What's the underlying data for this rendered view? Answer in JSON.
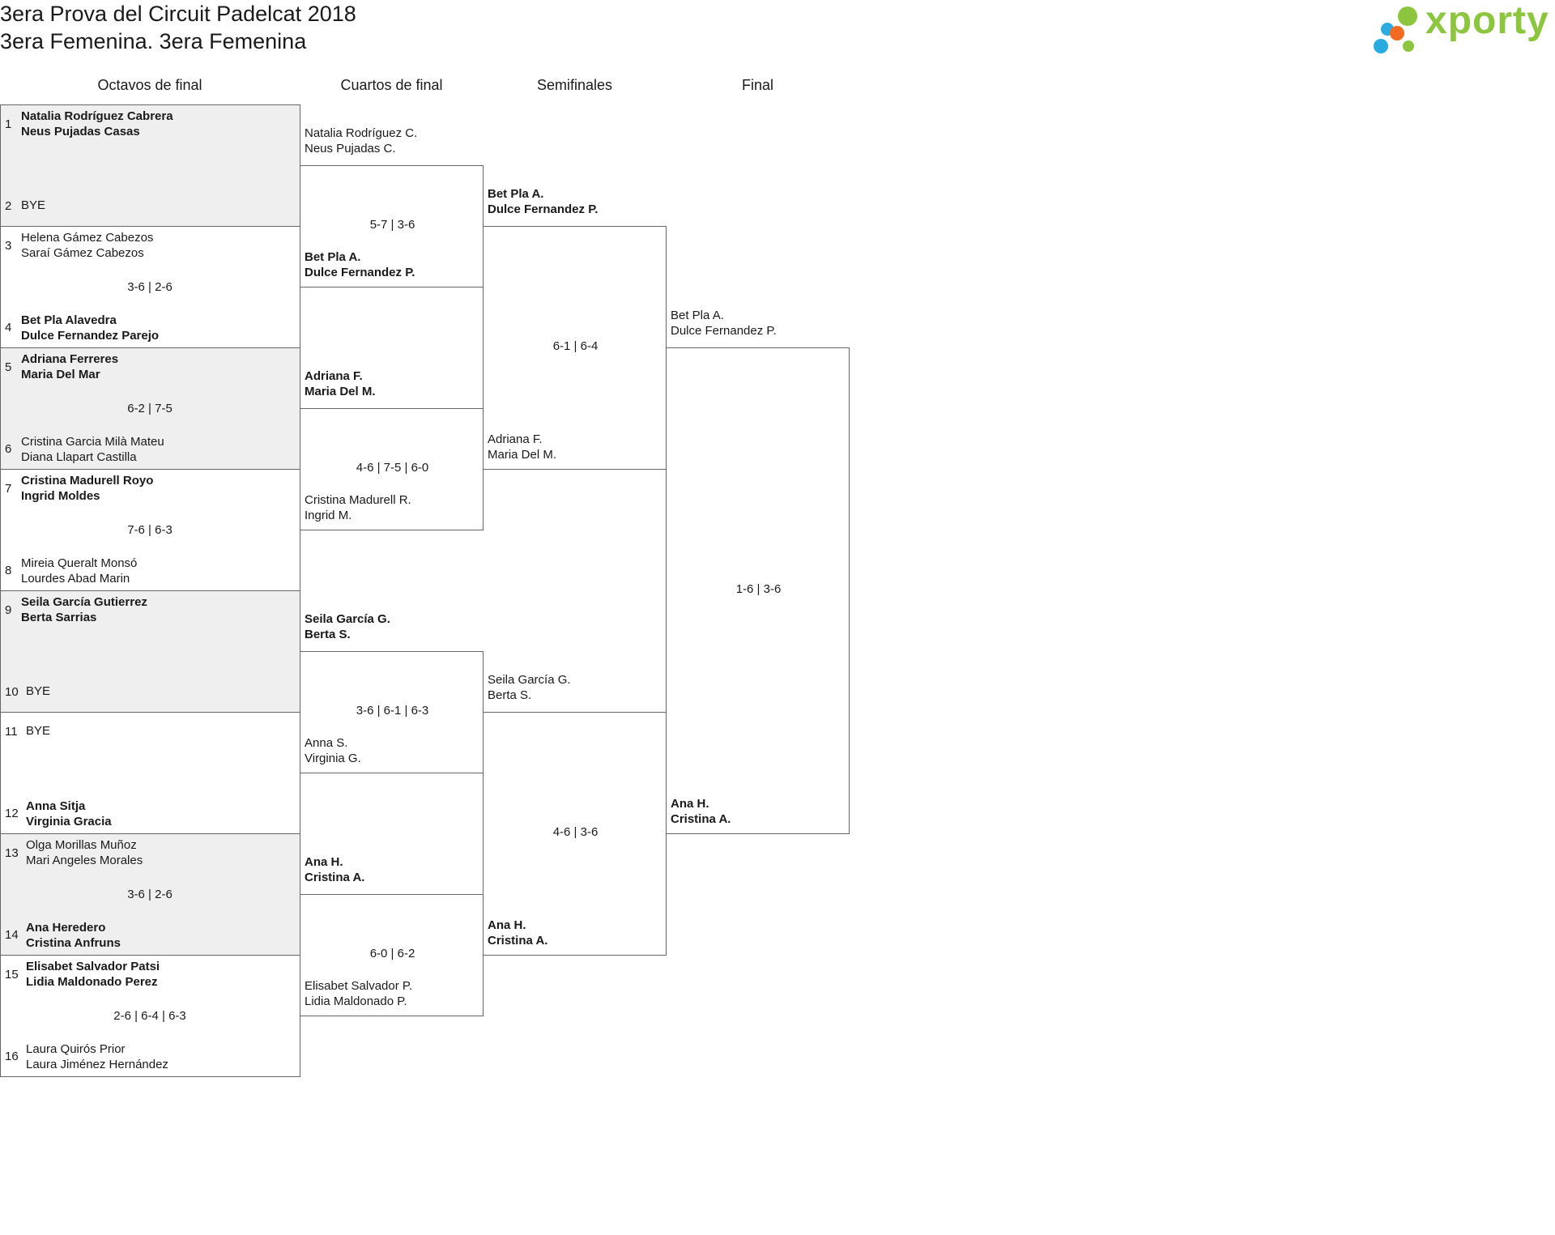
{
  "header": {
    "title": "3era Prova del Circuit Padelcat 2018",
    "subtitle": "3era Femenina. 3era Femenina",
    "logo_text": "xporty"
  },
  "colors": {
    "logo_green": "#8cc63f",
    "logo_orange": "#f26b21",
    "logo_blue": "#29abe2",
    "shade": "#efefef"
  },
  "rounds": [
    "Octavos de final",
    "Cuartos de final",
    "Semifinales",
    "Final"
  ],
  "r16": [
    {
      "seed_a": "1",
      "a": [
        "Natalia Rodríguez Cabrera",
        "Neus Pujadas Casas"
      ],
      "a_win": true,
      "seed_b": "2",
      "b": [
        "BYE"
      ],
      "b_win": false,
      "score": ""
    },
    {
      "seed_a": "3",
      "a": [
        "Helena Gámez Cabezos",
        "Saraí Gámez Cabezos"
      ],
      "a_win": false,
      "seed_b": "4",
      "b": [
        "Bet Pla Alavedra",
        "Dulce Fernandez Parejo"
      ],
      "b_win": true,
      "score": "3-6 | 2-6"
    },
    {
      "seed_a": "5",
      "a": [
        "Adriana Ferreres",
        "Maria Del Mar"
      ],
      "a_win": true,
      "seed_b": "6",
      "b": [
        "Cristina Garcia Milà Mateu",
        "Diana Llapart Castilla"
      ],
      "b_win": false,
      "score": "6-2 | 7-5"
    },
    {
      "seed_a": "7",
      "a": [
        "Cristina Madurell Royo",
        "Ingrid Moldes"
      ],
      "a_win": true,
      "seed_b": "8",
      "b": [
        "Mireia Queralt Monsó",
        "Lourdes Abad Marin"
      ],
      "b_win": false,
      "score": "7-6 | 6-3"
    },
    {
      "seed_a": "9",
      "a": [
        "Seila García Gutierrez",
        "Berta Sarrias"
      ],
      "a_win": true,
      "seed_b": "10",
      "b": [
        "BYE"
      ],
      "b_win": false,
      "score": ""
    },
    {
      "seed_a": "11",
      "a": [
        "BYE"
      ],
      "a_win": false,
      "seed_b": "12",
      "b": [
        "Anna Sitja",
        "Virginia Gracia"
      ],
      "b_win": true,
      "score": ""
    },
    {
      "seed_a": "13",
      "a": [
        "Olga Morillas Muñoz",
        "Mari Angeles Morales"
      ],
      "a_win": false,
      "seed_b": "14",
      "b": [
        "Ana Heredero",
        "Cristina Anfruns"
      ],
      "b_win": true,
      "score": "3-6 | 2-6"
    },
    {
      "seed_a": "15",
      "a": [
        "Elisabet Salvador Patsi",
        "Lidia Maldonado Perez"
      ],
      "a_win": true,
      "seed_b": "16",
      "b": [
        "Laura Quirós Prior",
        "Laura Jiménez Hernández"
      ],
      "b_win": false,
      "score": "2-6 | 6-4 | 6-3"
    }
  ],
  "qf": [
    {
      "a": [
        "Natalia Rodríguez C.",
        "Neus Pujadas C."
      ],
      "a_win": false,
      "b": [
        "Bet Pla A.",
        "Dulce Fernandez P."
      ],
      "b_win": true,
      "score": "5-7 | 3-6"
    },
    {
      "a": [
        "Adriana F.",
        "Maria Del M."
      ],
      "a_win": true,
      "b": [
        "Cristina Madurell R.",
        "Ingrid M."
      ],
      "b_win": false,
      "score": "4-6 | 7-5 | 6-0"
    },
    {
      "a": [
        "Seila García G.",
        "Berta S."
      ],
      "a_win": true,
      "b": [
        "Anna S.",
        "Virginia G."
      ],
      "b_win": false,
      "score": "3-6 | 6-1 | 6-3"
    },
    {
      "a": [
        "Ana H.",
        "Cristina A."
      ],
      "a_win": true,
      "b": [
        "Elisabet Salvador P.",
        "Lidia Maldonado P."
      ],
      "b_win": false,
      "score": "6-0 | 6-2"
    }
  ],
  "sf": [
    {
      "a": [
        "Bet Pla A.",
        "Dulce Fernandez P."
      ],
      "a_win": true,
      "b": [
        "Adriana F.",
        "Maria Del M."
      ],
      "b_win": false,
      "score": "6-1 | 6-4"
    },
    {
      "a": [
        "Seila García G.",
        "Berta S."
      ],
      "a_win": false,
      "b": [
        "Ana H.",
        "Cristina A."
      ],
      "b_win": true,
      "score": "4-6 | 3-6"
    }
  ],
  "final": [
    {
      "a": [
        "Bet Pla A.",
        "Dulce Fernandez P."
      ],
      "a_win": false,
      "b": [
        "Ana H.",
        "Cristina A."
      ],
      "b_win": true,
      "score": "1-6 | 3-6"
    }
  ]
}
